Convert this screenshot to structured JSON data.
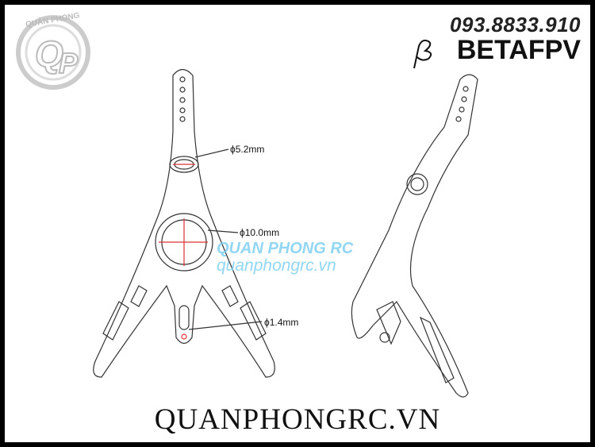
{
  "header": {
    "phone": "093.8833.910",
    "brand": "BETAFPV"
  },
  "logo": {
    "arc_text": "QUẢN PHONG",
    "monogram": "QP"
  },
  "dimensions": [
    {
      "label": "ϕ5.2mm"
    },
    {
      "label": "ϕ10.0mm"
    },
    {
      "label": "ϕ1.4mm"
    }
  ],
  "watermark": {
    "line1": "QUAN PHONG RC",
    "line2": "quanphongrc.vn"
  },
  "footer": {
    "website": "QUANPHONGRC.VN"
  }
}
